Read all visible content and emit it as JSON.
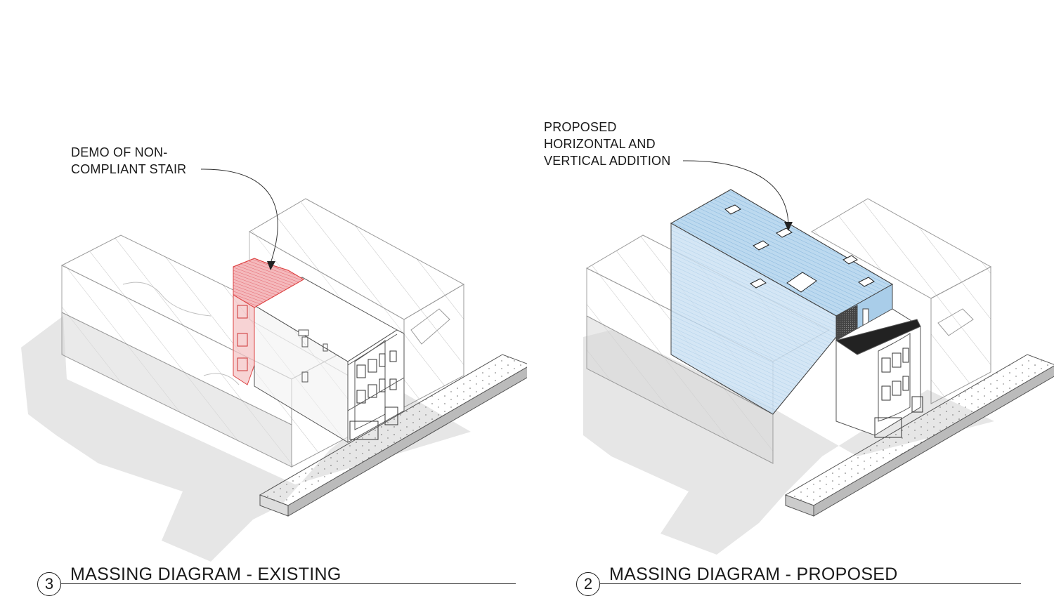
{
  "colors": {
    "demo_red": "#e8737a",
    "addition_blue": "#9cc8e8",
    "shadow_gray": "#e6e6e6",
    "line": "#9a9a9a"
  },
  "views": [
    {
      "tag": "3",
      "title": "MASSING DIAGRAM - EXISTING",
      "callout": "DEMO OF NON-\nCOMPLIANT STAIR"
    },
    {
      "tag": "2",
      "title": "MASSING DIAGRAM - PROPOSED",
      "callout": "PROPOSED\nHORIZONTAL AND\nVERTICAL ADDITION"
    }
  ]
}
